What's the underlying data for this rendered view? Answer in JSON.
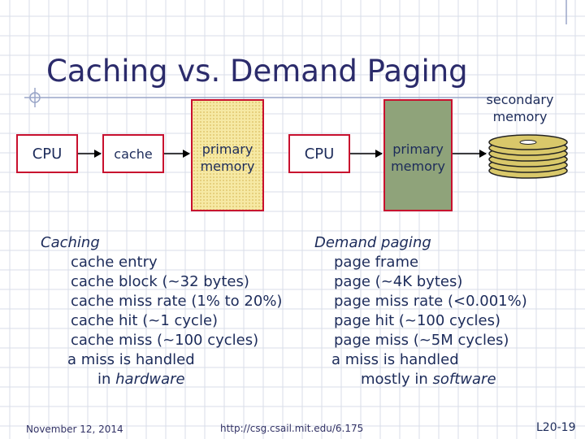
{
  "title": "Caching vs. Demand Paging",
  "labels": {
    "cpu_left": "CPU",
    "cache": "cache",
    "primary_memory_left_1": "primary",
    "primary_memory_left_2": "memory",
    "cpu_right": "CPU",
    "primary_memory_right_1": "primary",
    "primary_memory_right_2": "memory",
    "secondary_memory_1": "secondary",
    "secondary_memory_2": "memory"
  },
  "caching": {
    "heading": "Caching",
    "items": [
      "cache entry",
      "cache block (~32 bytes)",
      "cache miss rate (1% to 20%)",
      "cache hit (~1 cycle)",
      "cache miss (~100 cycles)",
      "a miss is handled"
    ],
    "last_prefix": "in ",
    "last_emphasis": "hardware"
  },
  "demand_paging": {
    "heading": "Demand paging",
    "items": [
      "page frame",
      "page (~4K bytes)",
      "page miss rate (<0.001%)",
      "page hit (~100 cycles)",
      "page miss (~5M cycles)",
      "a miss is handled"
    ],
    "last_prefix": "mostly in ",
    "last_emphasis": "software"
  },
  "footer": {
    "date": "November 12, 2014",
    "url": "http://csg.csail.mit.edu/6.175",
    "page": "L20-19"
  },
  "colors": {
    "title": "#2b2b6b",
    "box_border": "#c8102e",
    "primary_memory_left": "#f6e9a4",
    "primary_memory_right": "#8fa37a",
    "grid": "#d8dde8"
  }
}
